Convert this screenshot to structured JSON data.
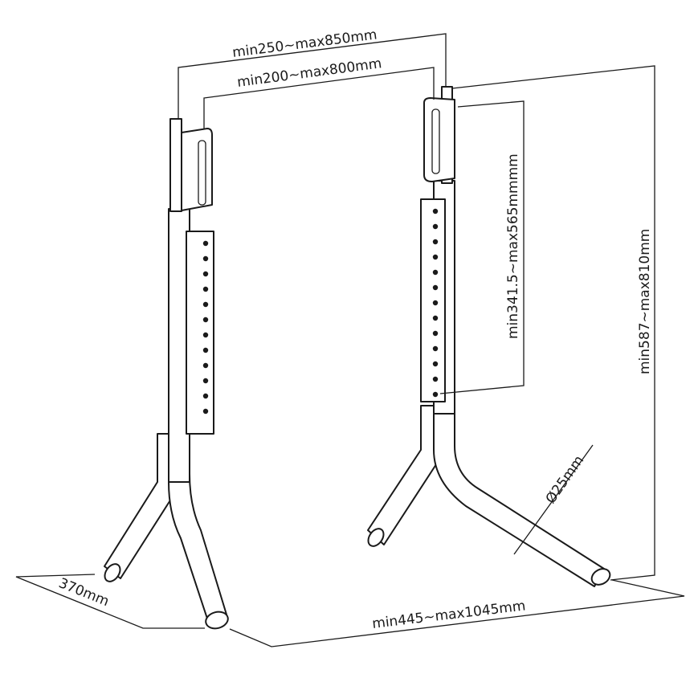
{
  "dimensions": {
    "width_range": "min250~max850mm",
    "vesa_range": "min200~max800mm",
    "bracket_height": "min341.5~max565mmmm",
    "overall_height": "min587~max810mm",
    "tube_diameter": "Ø25mm",
    "base_depth": "370mm",
    "base_width": "min445~max1045mm"
  },
  "colors": {
    "line": "#1a1a1a",
    "background": "#ffffff"
  }
}
